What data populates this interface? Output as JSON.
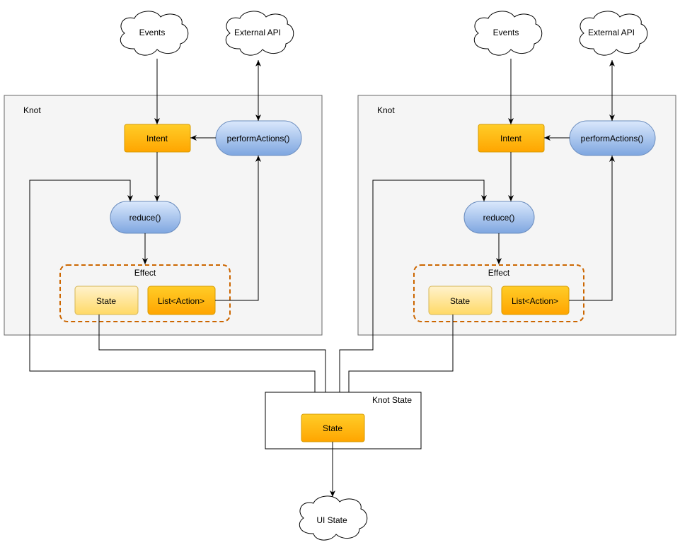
{
  "knots": [
    {
      "title": "Knot",
      "events": "Events",
      "external_api": "External API",
      "intent": "Intent",
      "perform_actions": "performActions()",
      "reduce": "reduce()",
      "effect": "Effect",
      "state": "State",
      "list_action": "List<Action>"
    },
    {
      "title": "Knot",
      "events": "Events",
      "external_api": "External API",
      "intent": "Intent",
      "perform_actions": "performActions()",
      "reduce": "reduce()",
      "effect": "Effect",
      "state": "State",
      "list_action": "List<Action>"
    }
  ],
  "knot_state": {
    "title": "Knot State",
    "state": "State"
  },
  "ui_state": "UI State",
  "colors": {
    "orange_fill": "#ffc000",
    "orange_stroke": "#d79b00",
    "light_yellow_fill": "#fff2cc",
    "blue_fill_top": "#dae8fc",
    "blue_fill_bottom": "#7ea6e0",
    "blue_stroke": "#6c8ebf",
    "container_fill": "#f5f5f5",
    "container_stroke": "#666666",
    "effect_dash": "#cc6600"
  }
}
